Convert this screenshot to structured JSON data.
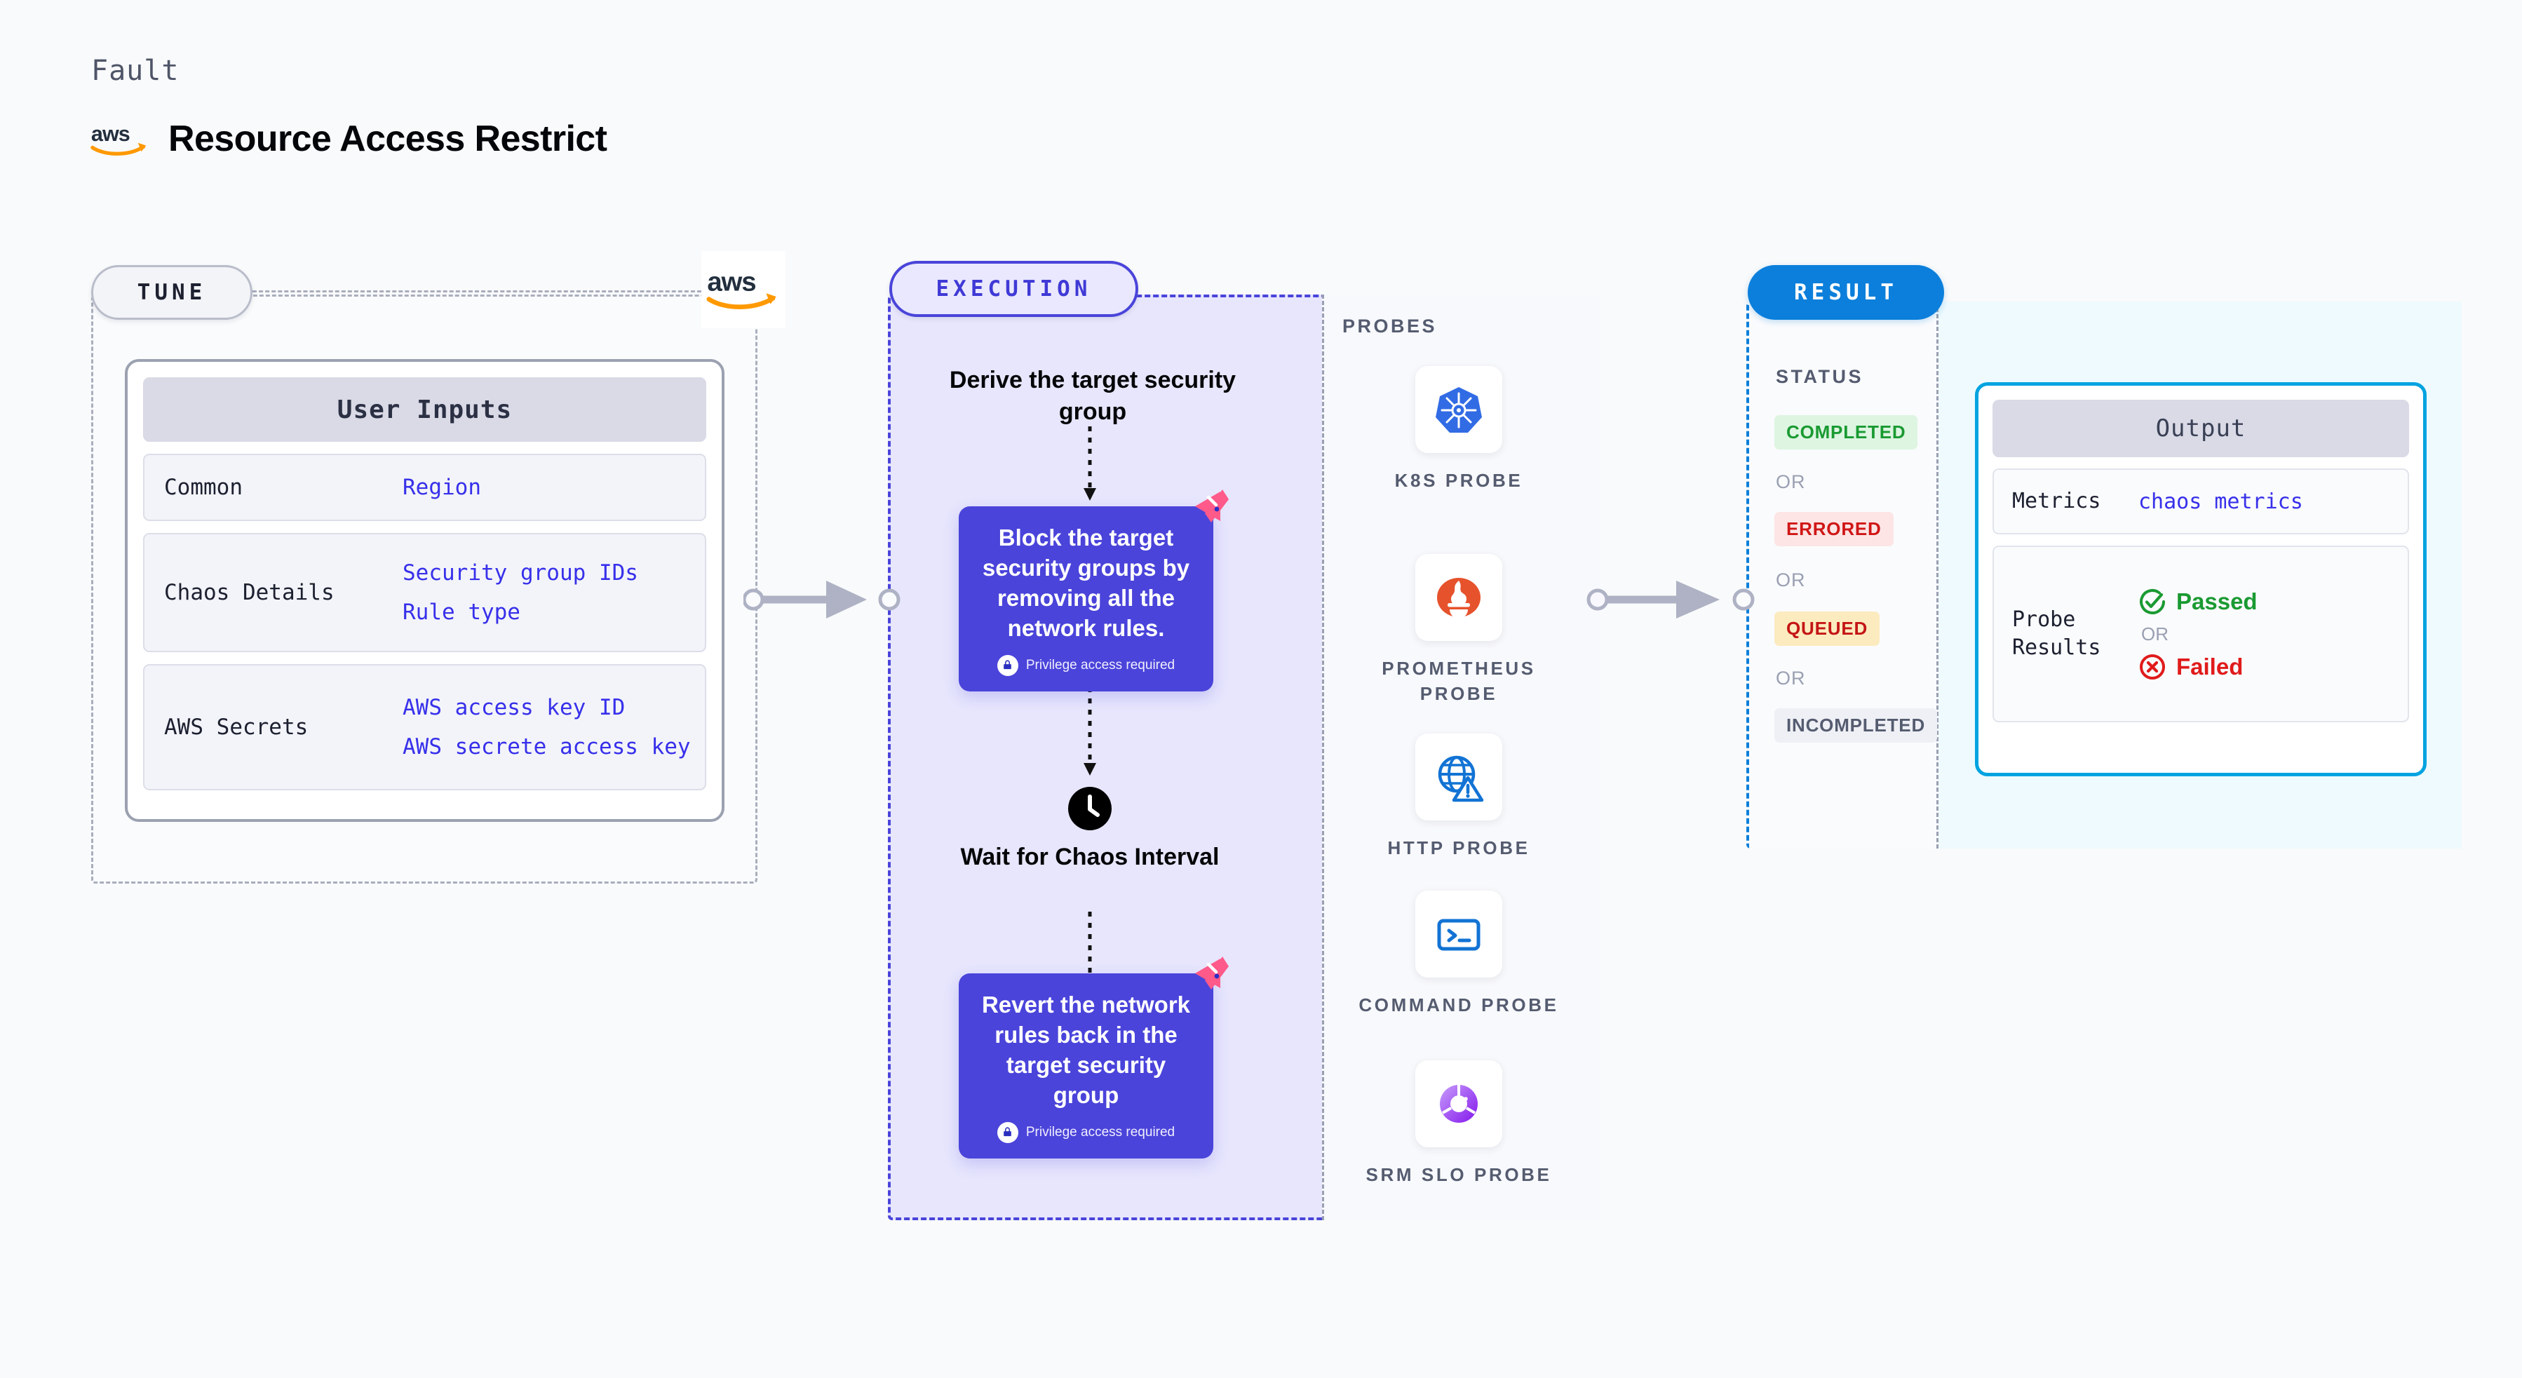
{
  "header": {
    "kicker": "Fault",
    "title": "Resource Access Restrict",
    "logo_icon": "aws-logo"
  },
  "tune": {
    "pill_label": "TUNE",
    "badge_icon": "aws-logo",
    "card": {
      "title": "User Inputs",
      "rows": [
        {
          "key": "Common",
          "values": [
            "Region"
          ]
        },
        {
          "key": "Chaos Details",
          "values": [
            "Security group IDs",
            "Rule type"
          ]
        },
        {
          "key": "AWS Secrets",
          "values": [
            "AWS access key ID",
            "AWS secrete access key"
          ]
        }
      ]
    }
  },
  "execution": {
    "pill_label": "EXECUTION",
    "steps": [
      {
        "type": "text",
        "label": "Derive the target security group"
      },
      {
        "type": "card",
        "label": "Block the target security groups by removing all the network rules.",
        "note": "Privilege access required",
        "note_icon": "lock-icon",
        "brand_icon": "harness-logo"
      },
      {
        "type": "wait",
        "label": "Wait for Chaos Interval",
        "icon": "clock-icon"
      },
      {
        "type": "card",
        "label": "Revert the network rules back in the target security group",
        "note": "Privilege access required",
        "note_icon": "lock-icon",
        "brand_icon": "harness-logo"
      }
    ],
    "probes": {
      "title": "PROBES",
      "items": [
        {
          "label": "K8S PROBE",
          "icon": "kubernetes-icon"
        },
        {
          "label": "PROMETHEUS PROBE",
          "icon": "prometheus-icon"
        },
        {
          "label": "HTTP PROBE",
          "icon": "http-globe-icon"
        },
        {
          "label": "COMMAND PROBE",
          "icon": "terminal-icon"
        },
        {
          "label": "SRM SLO PROBE",
          "icon": "srm-slo-icon"
        }
      ]
    }
  },
  "result": {
    "pill_label": "RESULT",
    "status_title": "STATUS",
    "or_label": "OR",
    "statuses": [
      {
        "label": "COMPLETED",
        "color": "#1a9a32",
        "bg": "#ddf5e1"
      },
      {
        "label": "ERRORED",
        "color": "#d01616",
        "bg": "#fde5e5"
      },
      {
        "label": "QUEUED",
        "color": "#c41515",
        "bg": "#fcebbf"
      },
      {
        "label": "INCOMPLETED",
        "color": "#555c70",
        "bg": "#eef0f5"
      }
    ],
    "output": {
      "title": "Output",
      "metrics_key": "Metrics",
      "metrics_value": "chaos metrics",
      "probe_results_key": "Probe Results",
      "passed_label": "Passed",
      "failed_label": "Failed",
      "or_label": "OR",
      "passed_icon": "check-circle-icon",
      "failed_icon": "x-circle-icon"
    }
  },
  "connectors": [
    {
      "name": "tune-to-execution"
    },
    {
      "name": "execution-to-result"
    }
  ],
  "colors": {
    "brand_purple": "#4a44da",
    "brand_blue": "#0b7fdb",
    "output_border": "#00a3e0",
    "link_blue": "#3730ea",
    "aws_orange": "#f90"
  }
}
